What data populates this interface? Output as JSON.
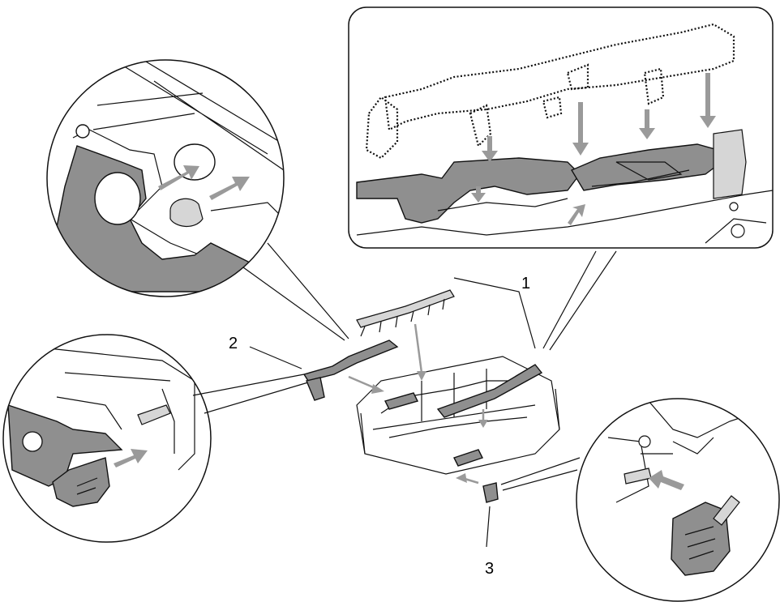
{
  "callouts": {
    "label_1": "1",
    "label_2": "2",
    "label_3": "3"
  },
  "colors": {
    "part_fill": "#8f8f8f",
    "arrow_fill": "#9a9a9a",
    "line": "#111111"
  }
}
